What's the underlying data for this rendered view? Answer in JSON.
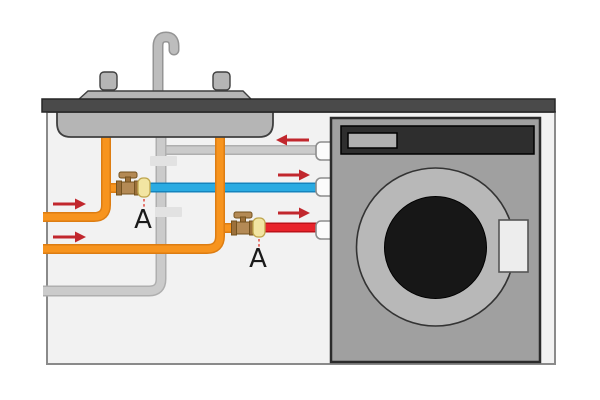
{
  "diagram": {
    "description": "Under-sink plumbing with washing machine hookup",
    "valve_labels": {
      "cold": "A",
      "hot": "A"
    },
    "colors": {
      "supply_pipe": "#F7941E",
      "supply_pipe_edge": "#DD7D12",
      "cold_pipe": "#2AABE2",
      "cold_pipe_edge": "#1584BD",
      "hot_pipe": "#E8232B",
      "hot_pipe_edge": "#BC1219",
      "waste_pipe": "#CBCBCB",
      "waste_pipe_edge": "#AFAFAF",
      "flow_arrow": "#C1272D",
      "valve_brass": "#B48A55",
      "valve_fitting": "#F2E5A2",
      "valve_fitting_edge": "#BFA64E"
    }
  }
}
